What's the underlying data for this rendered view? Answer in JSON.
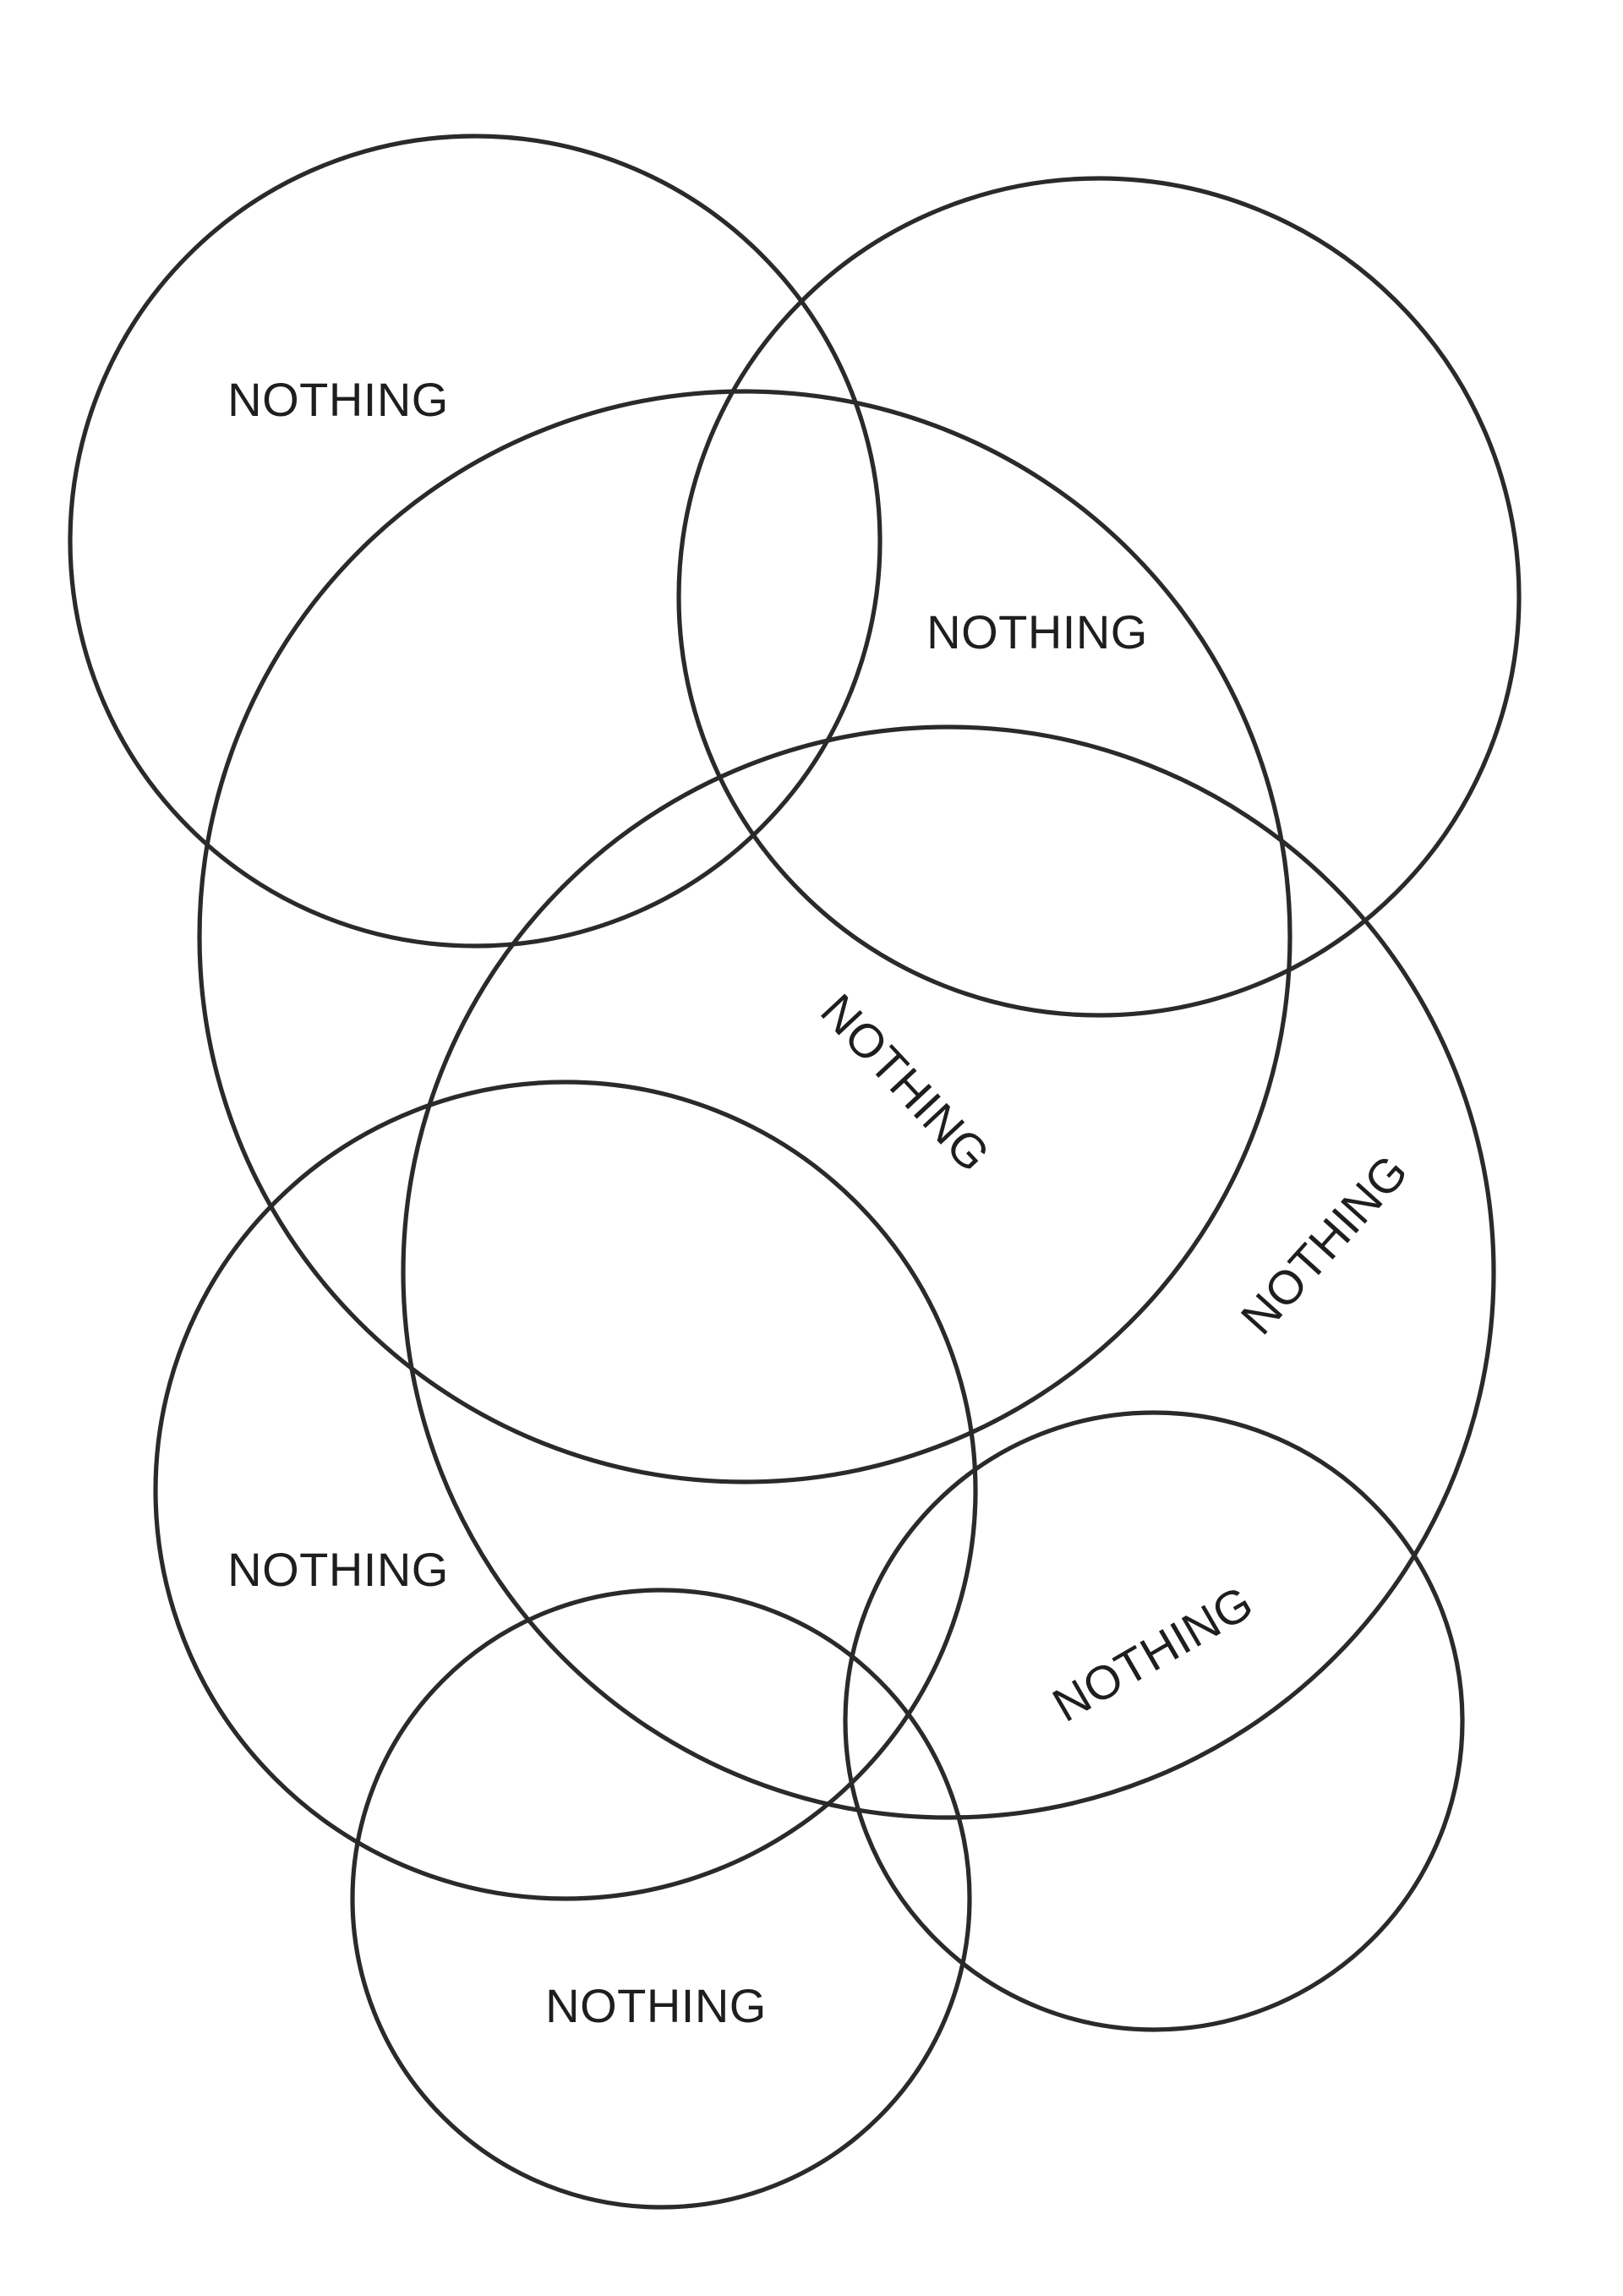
{
  "diagram": {
    "type": "venn",
    "set_count": 7,
    "stroke_color": "#2a2a2a",
    "text_color": "#1e1e1e",
    "background": "#ffffff",
    "region_labels": [
      "NOTHING",
      "NOTHING",
      "NOTHING",
      "NOTHING",
      "NOTHING",
      "NOTHING",
      "NOTHING"
    ]
  }
}
